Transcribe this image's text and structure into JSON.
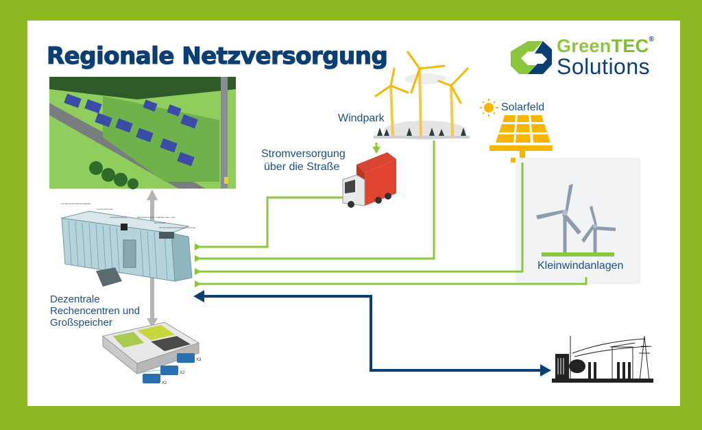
{
  "title": "Regionale Netzversorgung",
  "brand": {
    "name_part1": "Green",
    "name_part2": "TEC",
    "registered": "®",
    "subtitle": "Solutions",
    "green": "#8cc63f",
    "blue": "#0b3f73"
  },
  "nodes": {
    "windpark": {
      "label": "Windpark",
      "icon": "wind-turbines-icon"
    },
    "road_supply": {
      "label_line1": "Stromversorgung",
      "label_line2": "über die Straße",
      "icon": "truck-container-icon"
    },
    "solar": {
      "label": "Solarfeld",
      "icon": "solar-panel-icon"
    },
    "small_wind": {
      "label": "Kleinwindanlagen",
      "icon": "small-wind-turbine-icon"
    },
    "datacenter": {
      "label_line1": "Dezentrale",
      "label_line2": "Rechencentren und",
      "label_line3": "Großspeicher",
      "icon": "container-datacenter-icon"
    },
    "housing": {
      "label": "",
      "icon": "residential-area-image"
    },
    "grid": {
      "label": "",
      "icon": "power-substation-icon"
    }
  },
  "colors": {
    "border": "#8cb921",
    "green_line": "#8cc63f",
    "blue_line": "#0b3f73",
    "grey_arrow": "#b5b5b5",
    "solar_yellow": "#f7b500"
  }
}
